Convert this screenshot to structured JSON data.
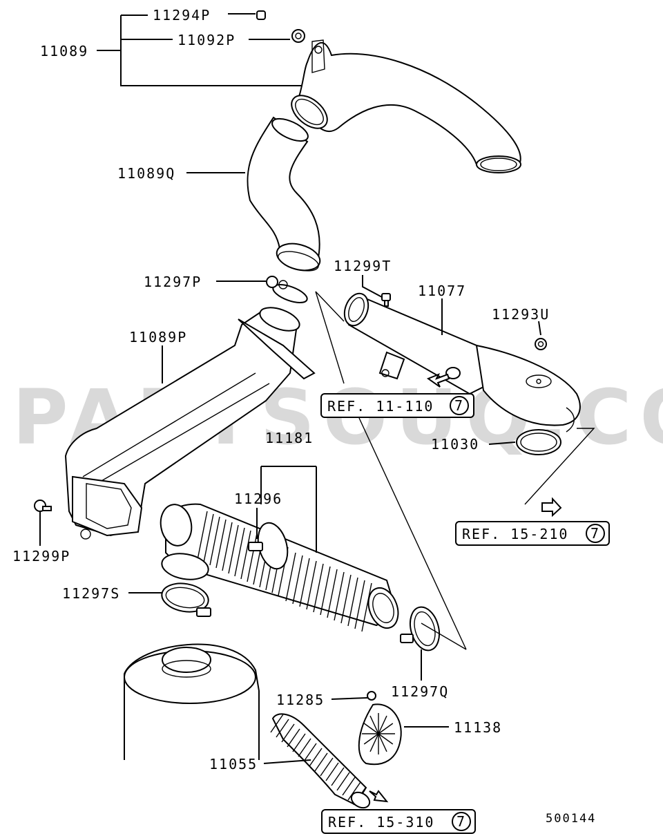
{
  "watermark": "PARTSOUQ.COM",
  "diagram_id": "500144",
  "part_labels": {
    "p11294P": "11294P",
    "p11092P": "11092P",
    "p11089": "11089",
    "p11089Q": "11089Q",
    "p11297P": "11297P",
    "p11299T": "11299T",
    "p11077": "11077",
    "p11293U": "11293U",
    "p11089P": "11089P",
    "p11181": "11181",
    "p11296": "11296",
    "p11030": "11030",
    "p11299P": "11299P",
    "p11297S": "11297S",
    "p11297Q": "11297Q",
    "p11285": "11285",
    "p11138": "11138",
    "p11055": "11055"
  },
  "references": {
    "ref1": {
      "text": "REF. 11-110",
      "circle": "7"
    },
    "ref2": {
      "text": "REF. 15-210",
      "circle": "7"
    },
    "ref3": {
      "text": "REF. 15-310",
      "circle": "7"
    }
  }
}
